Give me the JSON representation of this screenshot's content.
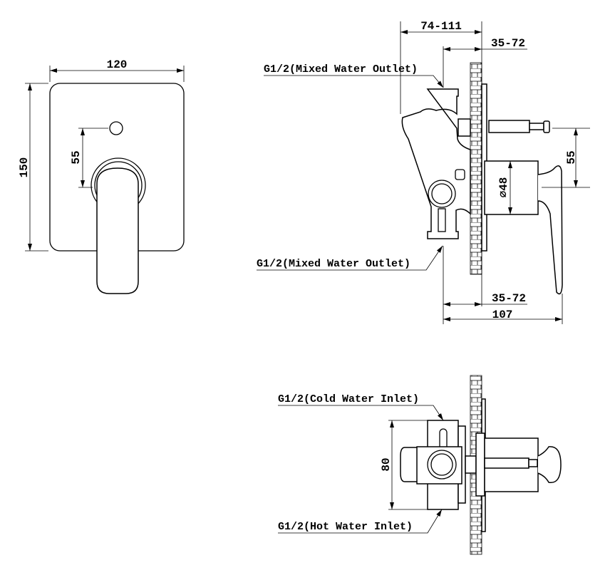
{
  "front_view": {
    "width_dim": "120",
    "height_dim": "150",
    "spacing_dim": "55"
  },
  "side_view": {
    "depth_range_dim": "74-111",
    "wall_range_top_dim": "35-72",
    "wall_range_bottom_dim": "35-72",
    "total_depth_dim": "107",
    "spacing_dim": "55",
    "diameter_dim": "⌀48",
    "outlet_top_label": "G1/2(Mixed Water Outlet)",
    "outlet_bottom_label": "G1/2(Mixed Water Outlet)"
  },
  "top_view": {
    "inlet_spacing_dim": "80",
    "cold_inlet_label": "G1/2(Cold Water Inlet)",
    "hot_inlet_label": "G1/2(Hot Water Inlet)"
  }
}
